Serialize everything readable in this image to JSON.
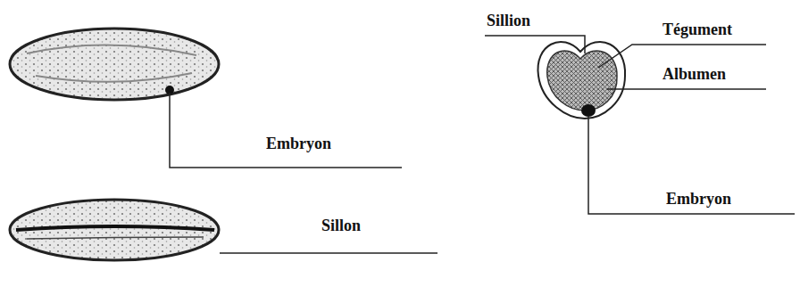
{
  "diagram": {
    "labels": [
      "Sillion",
      "Tégument",
      "Albumen",
      "Embryon",
      "Embryon",
      "Sillon"
    ]
  }
}
